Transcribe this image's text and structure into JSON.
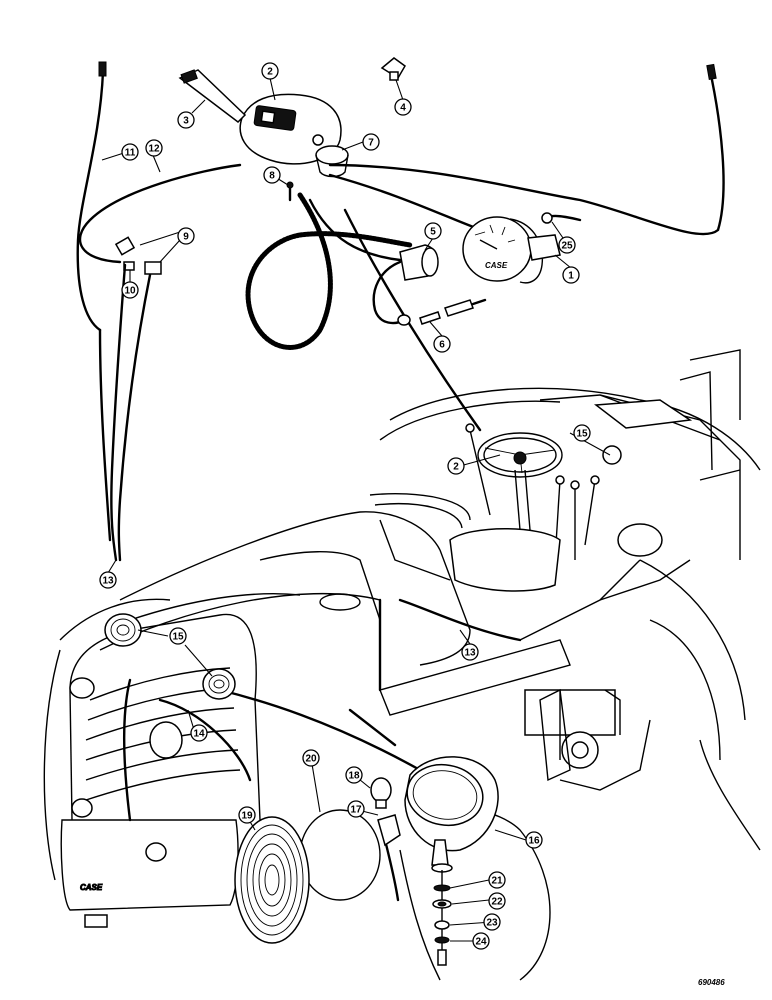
{
  "callouts": [
    "1",
    "2",
    "3",
    "4",
    "5",
    "6",
    "7",
    "8",
    "9",
    "10",
    "11",
    "12",
    "13",
    "14",
    "15",
    "16",
    "17",
    "18",
    "19",
    "20",
    "21",
    "22",
    "23",
    "24",
    "25"
  ],
  "drawing_code": "690486"
}
